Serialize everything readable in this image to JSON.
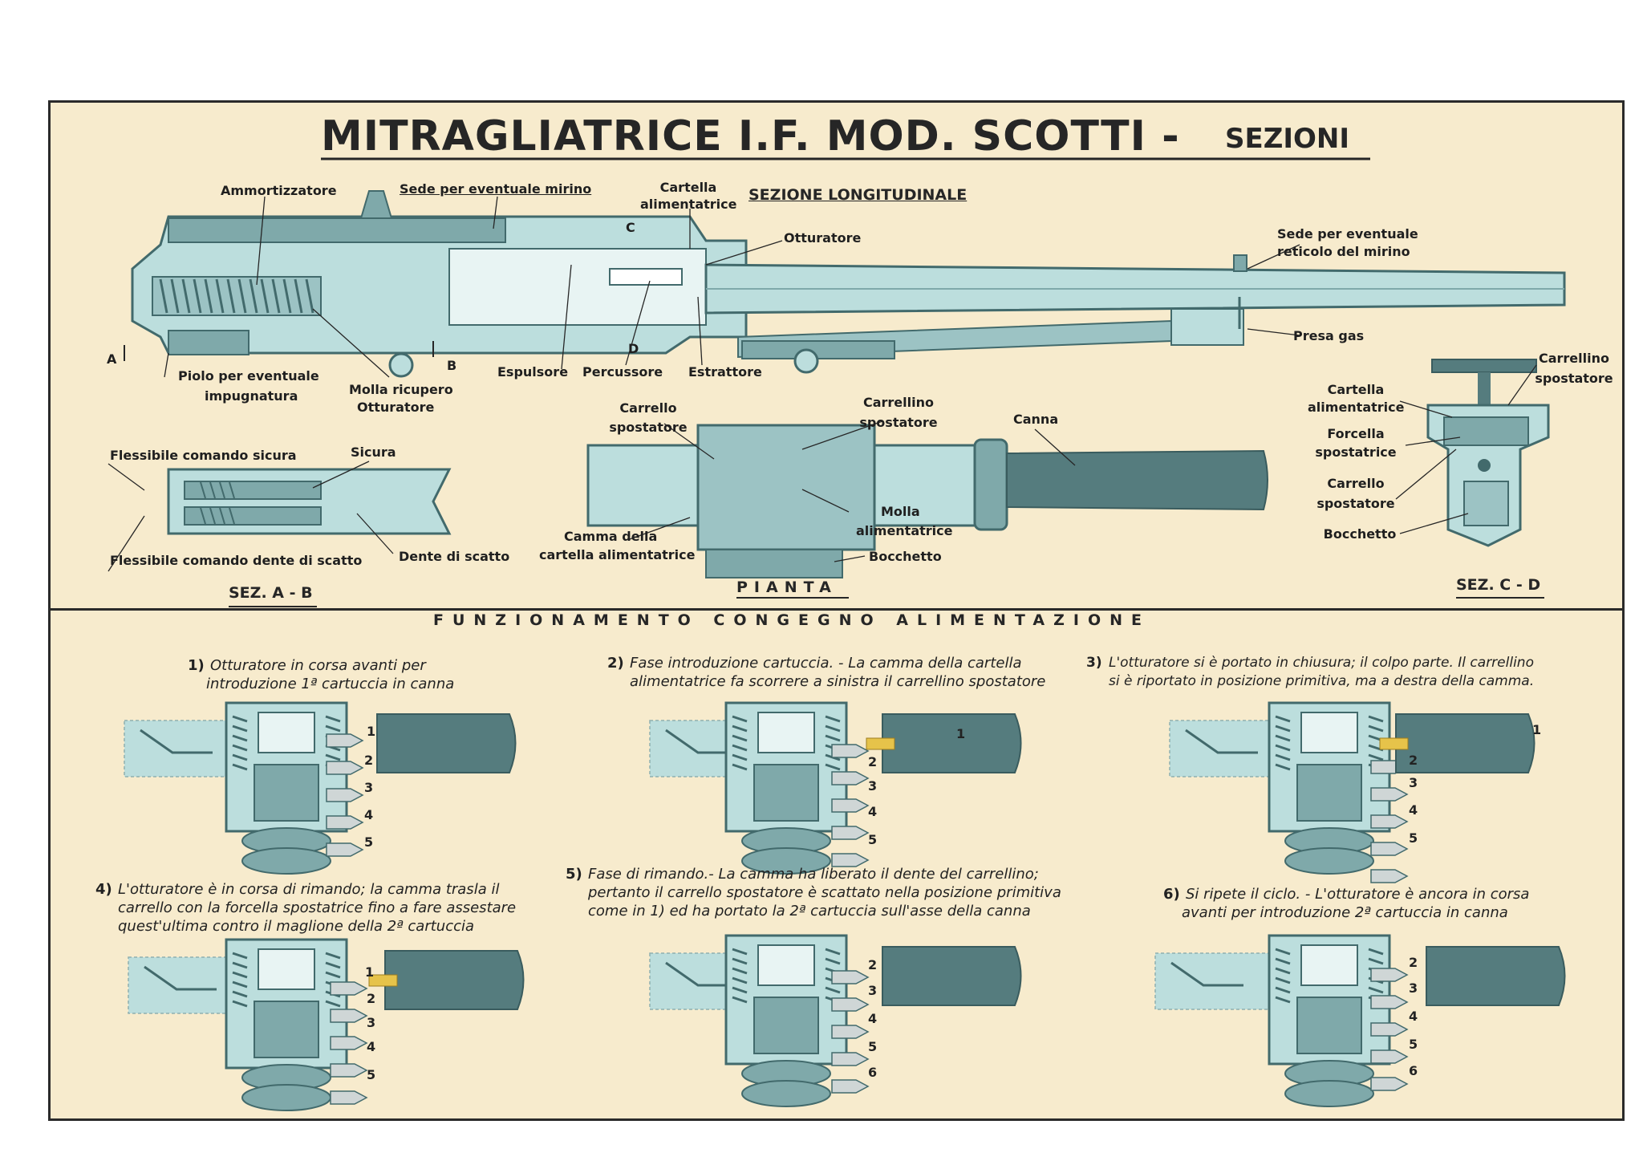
{
  "poster": {
    "title_main": "MITRAGLIATRICE I.F. MOD. SCOTTI -",
    "title_sub": "SEZIONI"
  },
  "top": {
    "section_longitudinal": "SEZIONE LONGITUDINALE",
    "labels": {
      "ammortizzatore": "Ammortizzatore",
      "sede_mirino": "Sede per eventuale mirino",
      "cartella_1": "Cartella",
      "cartella_2": "alimentatrice",
      "otturatore": "Otturatore",
      "sede_reticolo_1": "Sede per eventuale",
      "sede_reticolo_2": "reticolo del mirino",
      "presa_gas": "Presa gas",
      "piolo_1": "Piolo per eventuale",
      "piolo_2": "impugnatura",
      "molla_1": "Molla ricupero",
      "molla_2": "Otturatore",
      "espulsore": "Espulsore",
      "percussore": "Percussore",
      "estrattore": "Estrattore",
      "marker_a": "A",
      "marker_b": "B",
      "marker_c": "C",
      "marker_d": "D"
    }
  },
  "sez_ab": {
    "title": "SEZ. A - B",
    "flessibile_sicura": "Flessibile comando sicura",
    "sicura": "Sicura",
    "flessibile_dente": "Flessibile comando dente di scatto",
    "dente": "Dente di scatto"
  },
  "pianta": {
    "title": "PIANTA",
    "carrello_1": "Carrello",
    "carrello_2": "spostatore",
    "carrellino_1": "Carrellino",
    "carrellino_2": "spostatore",
    "canna": "Canna",
    "camma_1": "Camma della",
    "camma_2": "cartella alimentatrice",
    "molla_1": "Molla",
    "molla_2": "alimentatrice",
    "bocchetto": "Bocchetto"
  },
  "sez_cd": {
    "title": "SEZ. C - D",
    "carrellino_1": "Carrellino",
    "carrellino_2": "spostatore",
    "cartella_1": "Cartella",
    "cartella_2": "alimentatrice",
    "forcella_1": "Forcella",
    "forcella_2": "spostatrice",
    "carrello_1": "Carrello",
    "carrello_2": "spostatore",
    "bocchetto": "Bocchetto"
  },
  "funzionamento": {
    "title": "FUNZIONAMENTO CONGEGNO ALIMENTAZIONE",
    "steps": [
      {
        "num": "1)",
        "line1": "Otturatore in corsa avanti per",
        "line2": "introduzione 1ª cartuccia in canna",
        "line3": ""
      },
      {
        "num": "2)",
        "line1": "Fase introduzione cartuccia. - La camma della cartella",
        "line2": "alimentatrice fa scorrere a sinistra il carrellino spostatore",
        "line3": ""
      },
      {
        "num": "3)",
        "line1": "L'otturatore si è portato in chiusura; il colpo parte. Il carrellino",
        "line2": "si è riportato in posizione primitiva, ma a destra della camma.",
        "line3": ""
      },
      {
        "num": "4)",
        "line1": "L'otturatore è in corsa di rimando; la camma trasla il",
        "line2": "carrello con la forcella spostatrice fino a fare assestare",
        "line3": "quest'ultima contro il maglione della 2ª cartuccia"
      },
      {
        "num": "5)",
        "line1": "Fase di rimando.- La camma ha liberato il dente del carrellino;",
        "line2": "pertanto il carrello spostatore è scattato nella posizione primitiva",
        "line3": "come in 1) ed ha portato la 2ª cartuccia sull'asse della canna"
      },
      {
        "num": "6)",
        "line1": "Si ripete il ciclo. - L'otturatore è ancora in corsa",
        "line2": "avanti per introduzione 2ª cartuccia in canna",
        "line3": ""
      }
    ],
    "rounds": {
      "d1": [
        "1",
        "2",
        "3",
        "4",
        "5"
      ],
      "d2": [
        "1",
        "2",
        "3",
        "4",
        "5"
      ],
      "d3": [
        "1",
        "2",
        "3",
        "4",
        "5"
      ],
      "d4": [
        "1",
        "2",
        "3",
        "4",
        "5"
      ],
      "d5": [
        "2",
        "3",
        "4",
        "5",
        "6"
      ],
      "d6": [
        "2",
        "3",
        "4",
        "5",
        "6"
      ]
    }
  },
  "colors": {
    "paper": "#f7ebcd",
    "steel_light": "#bcdedd",
    "steel_mid": "#7fa9aa",
    "steel_dark": "#426a6c",
    "ink": "#262626",
    "brass": "#e6c34a"
  }
}
